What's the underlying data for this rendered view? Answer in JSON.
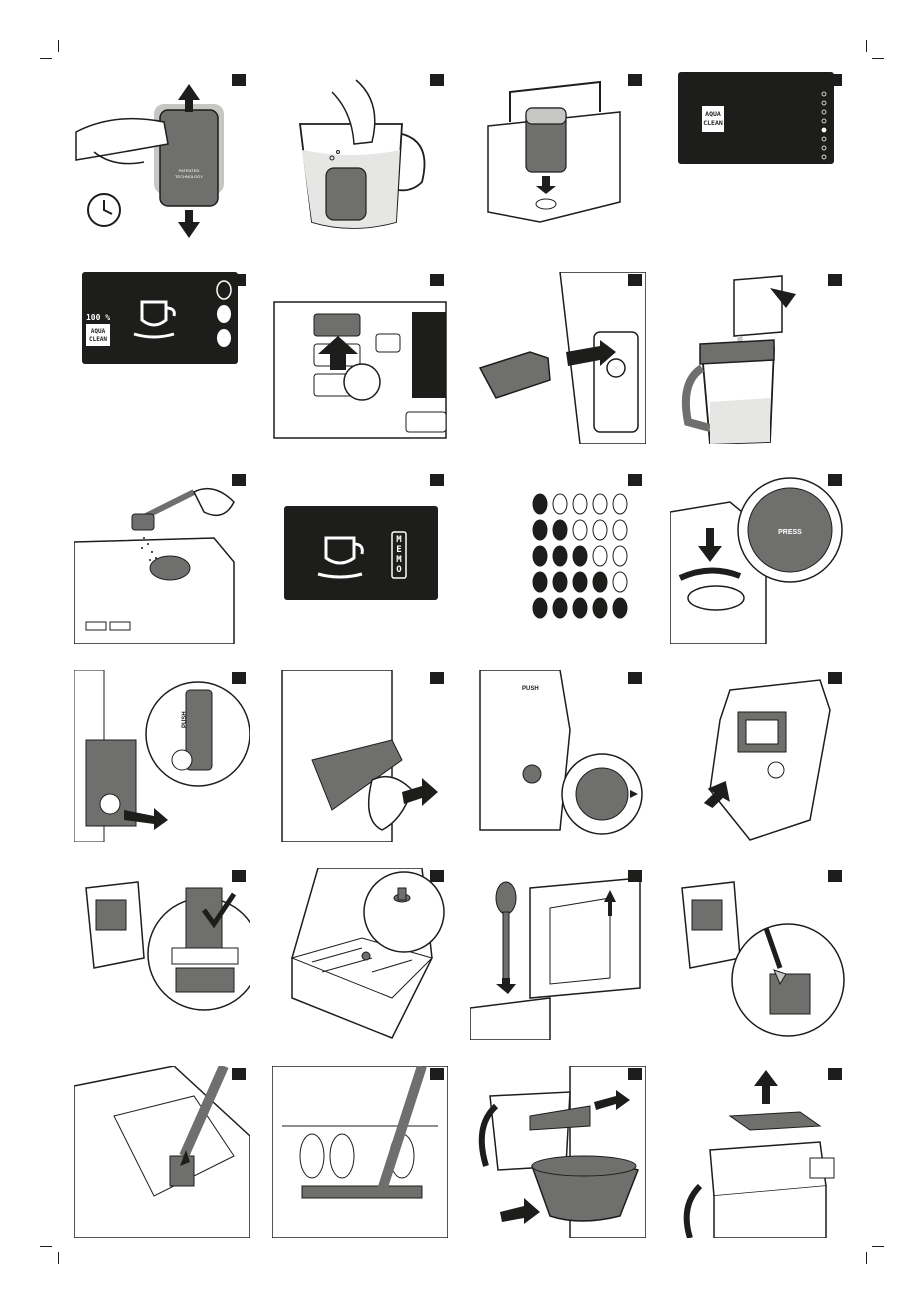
{
  "cells": [
    {
      "id": 1,
      "texts": [
        "PATENTED",
        "TECHNOLOGY"
      ]
    },
    {
      "id": 2,
      "texts": []
    },
    {
      "id": 3,
      "texts": []
    },
    {
      "id": 4,
      "texts": [
        "AQUA",
        "CLEAN"
      ]
    },
    {
      "id": 5,
      "texts": [
        "100 %",
        "AQUA",
        "CLEAN"
      ]
    },
    {
      "id": 6,
      "texts": []
    },
    {
      "id": 7,
      "texts": []
    },
    {
      "id": 8,
      "texts": []
    },
    {
      "id": 9,
      "texts": []
    },
    {
      "id": 10,
      "texts": [
        "M",
        "E",
        "M",
        "O"
      ]
    },
    {
      "id": 11,
      "texts": []
    },
    {
      "id": 12,
      "texts": [
        "PRESS"
      ]
    },
    {
      "id": 13,
      "texts": [
        "PUSH"
      ]
    },
    {
      "id": 14,
      "texts": []
    },
    {
      "id": 15,
      "texts": [
        "PUSH"
      ]
    },
    {
      "id": 16,
      "texts": []
    },
    {
      "id": 17,
      "texts": []
    },
    {
      "id": 18,
      "texts": []
    },
    {
      "id": 19,
      "texts": []
    },
    {
      "id": 20,
      "texts": []
    },
    {
      "id": 21,
      "texts": []
    },
    {
      "id": 22,
      "texts": []
    },
    {
      "id": 23,
      "texts": []
    },
    {
      "id": 24,
      "texts": []
    }
  ],
  "colors": {
    "ink": "#1d1d1b",
    "gray": "#6f6f6e",
    "light": "#c6c6c5",
    "screen": "#1d1d1b"
  }
}
